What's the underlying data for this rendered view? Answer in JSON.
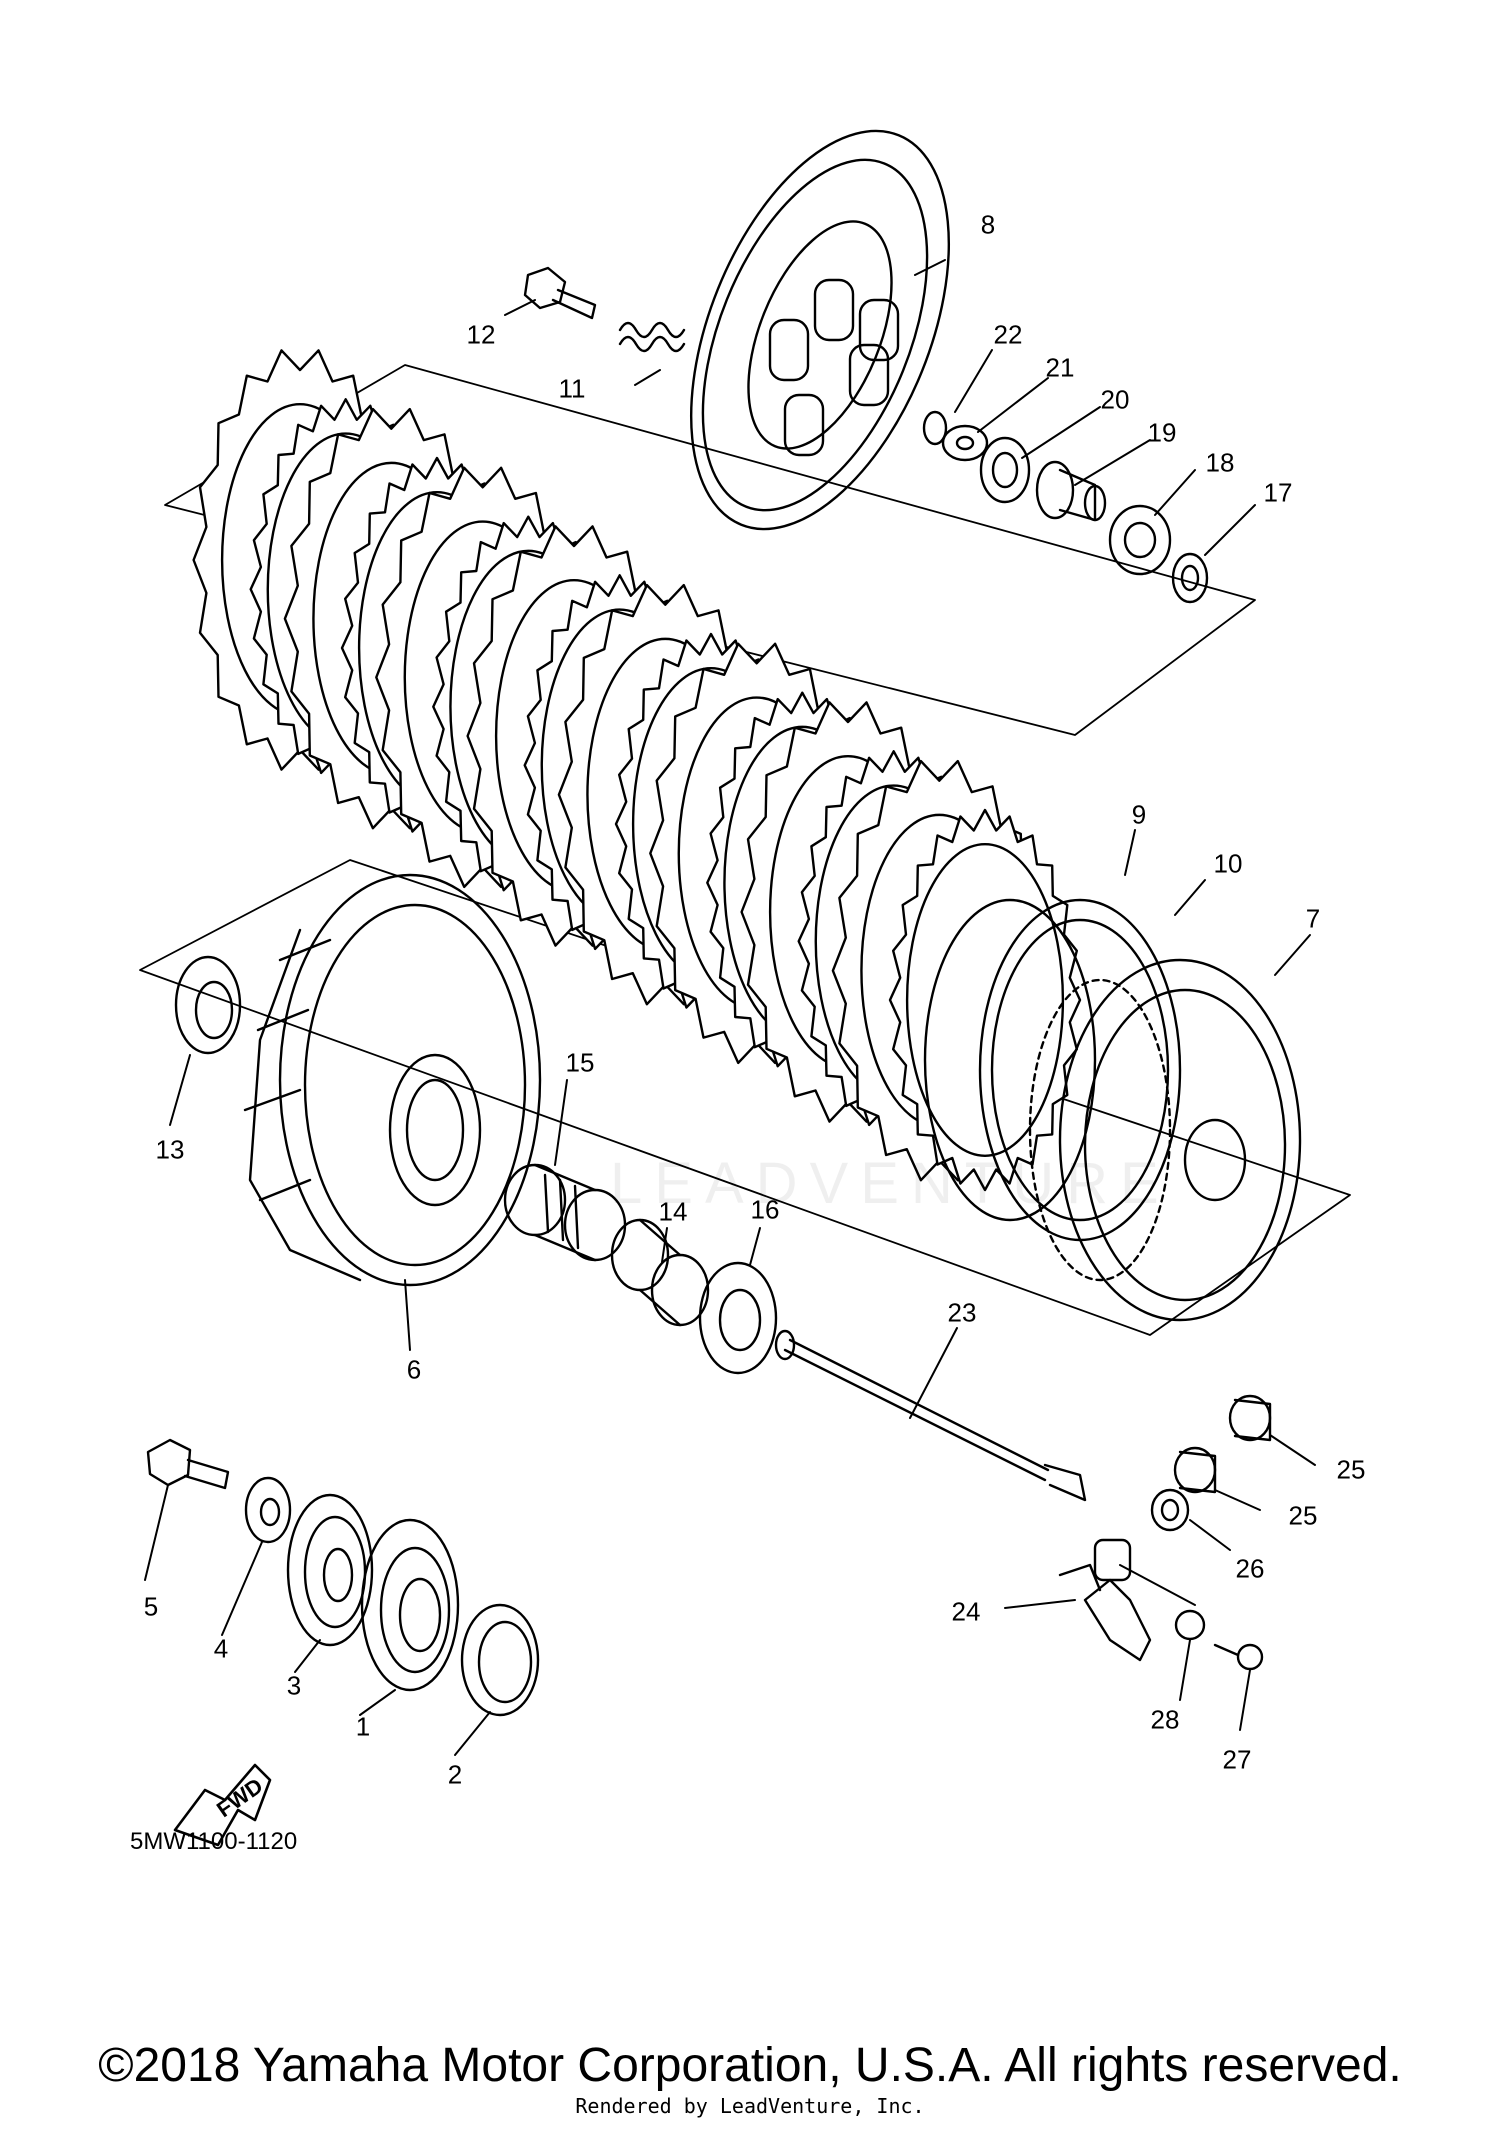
{
  "diagram": {
    "code": "5MW1100-1120",
    "direction_indicator": "FWD",
    "copyright": "©2018 Yamaha Motor Corporation, U.S.A. All rights reserved.",
    "rendered_by": "Rendered by LeadVenture, Inc.",
    "watermark": "LEADVENTURE",
    "callouts": [
      "1",
      "2",
      "3",
      "4",
      "5",
      "6",
      "7",
      "8",
      "9",
      "10",
      "11",
      "12",
      "13",
      "14",
      "15",
      "16",
      "17",
      "18",
      "19",
      "20",
      "21",
      "22",
      "23",
      "24",
      "25",
      "25",
      "26",
      "27",
      "28"
    ]
  }
}
